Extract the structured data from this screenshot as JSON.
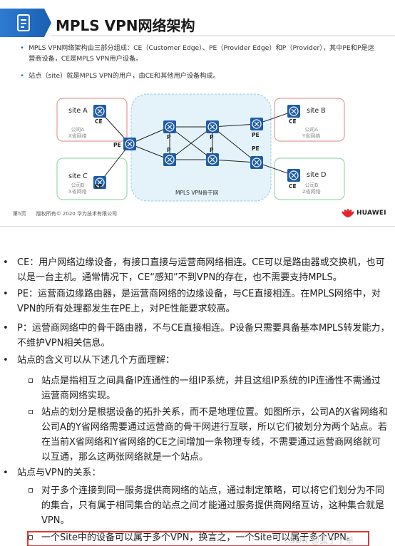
{
  "slide": {
    "title": "MPLS VPN网络架构",
    "bullets": [
      "MPLS VPN网络架构由三部分组成：CE（Customer Edge）、PE（Provider Edge）和P（Provider），其中PE和P是运营商设备，CE是MPLS VPN用户设备。",
      "站点（site）就是MPLS VPN的用户，由CE和其他用户设备构成。"
    ],
    "diagram": {
      "sites": [
        {
          "name": "site A",
          "ce": "CE",
          "company": "公司A",
          "network": "X省网络"
        },
        {
          "name": "site B",
          "ce": "CE",
          "company": "公司A",
          "network": "Y省网络"
        },
        {
          "name": "site C",
          "ce": "CE",
          "company": "公司B",
          "network": "X省网络"
        },
        {
          "name": "site D",
          "ce": "CE",
          "company": "公司B",
          "network": "Z省网络"
        }
      ],
      "pe_label": "PE",
      "p_label": "P",
      "backbone_label": "MPLS VPN骨干网"
    },
    "footer": {
      "page": "第5页",
      "copyright": "版权所有© 2020 华为技术有限公司",
      "brand": "HUAWEI"
    },
    "colors": {
      "accent": "#2f6fb8",
      "router": "#1f5ca8",
      "site_border": "#e79a9a",
      "site_border_green": "#9fd5b0",
      "backbone_fill": "#e3f3f9"
    }
  },
  "notes": {
    "ce": "CE：用户网络边缘设备，有接口直接与运营商网络相连。CE可以是路由器或交换机，也可以是一台主机。通常情况下，CE“感知”不到VPN的存在，也不需要支持MPLS。",
    "pe": "PE：运营商边缘路由器，是运营商网络的边缘设备，与CE直接相连。在MPLS网络中，对VPN的所有处理都发生在PE上，对PE性能要求较高。",
    "p": "P：运营商网络中的骨干路由器，不与CE直接相连。P设备只需要具备基本MPLS转发能力，不维护VPN相关信息。",
    "site_meaning": "站点的含义可以从下述几个方面理解：",
    "site_sub1": "站点是指相互之间具备IP连通性的一组IP系统，并且这组IP系统的IP连通性不需通过运营商网络实现。",
    "site_sub2": "站点的划分是根据设备的拓扑关系，而不是地理位置。如图所示，公司A的X省网络和公司A的Y省网络需要通过运营商的骨干网进行互联，所以它们被划分为两个站点。若在当前X省网络和Y省网络的CE之间增加一条物理专线，不需要通过运营商网络就可以互通，那么这两张网络就是一个站点。",
    "site_vpn": "站点与VPN的关系：",
    "vpn_sub1": "对于多个连接到同一服务提供商网络的站点，通过制定策略，可以将它们划分为不同的集合，只有属于相同集合的站点之间才能通过服务提供商网络互访，这种集合就是VPN。",
    "vpn_sub2": "一个Site中的设备可以属于多个VPN，换言之，一个Site可以属于多个VPN。",
    "watermark": "CSDN @狐了个单"
  }
}
